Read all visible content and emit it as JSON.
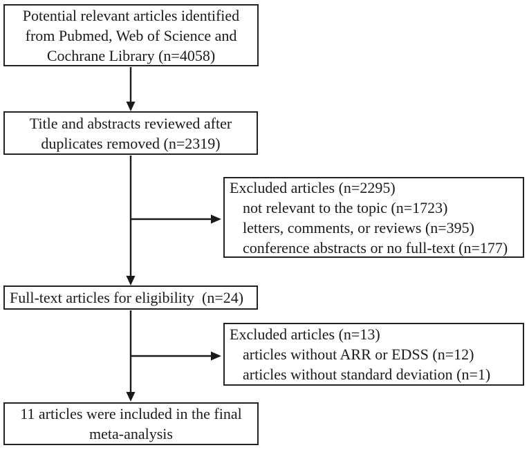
{
  "colors": {
    "background": "#ffffff",
    "box_border": "#222222",
    "text": "#1a1a1a",
    "arrow": "#1a1a1a"
  },
  "flowchart": {
    "identification": {
      "line1": "Potential relevant articles identified",
      "line2": "from Pubmed, Web of Science and",
      "line3": "Cochrane Library (n=4058)"
    },
    "screening": {
      "line1": "Title and abstracts reviewed after",
      "line2": "duplicates removed (n=2319)"
    },
    "excluded_screening": {
      "title": "Excluded articles (n=2295)",
      "items": [
        "not relevant to the topic (n=1723)",
        "letters, comments, or reviews (n=395)",
        "conference abstracts or no full-text (n=177)"
      ]
    },
    "eligibility": {
      "line1": "Full-text articles for eligibility  (n=24)"
    },
    "excluded_eligibility": {
      "title": "Excluded articles (n=13)",
      "items": [
        "articles without ARR or EDSS (n=12)",
        "articles without standard deviation (n=1)"
      ]
    },
    "included": {
      "line1": "11 articles were included in the final",
      "line2": "meta-analysis"
    }
  }
}
